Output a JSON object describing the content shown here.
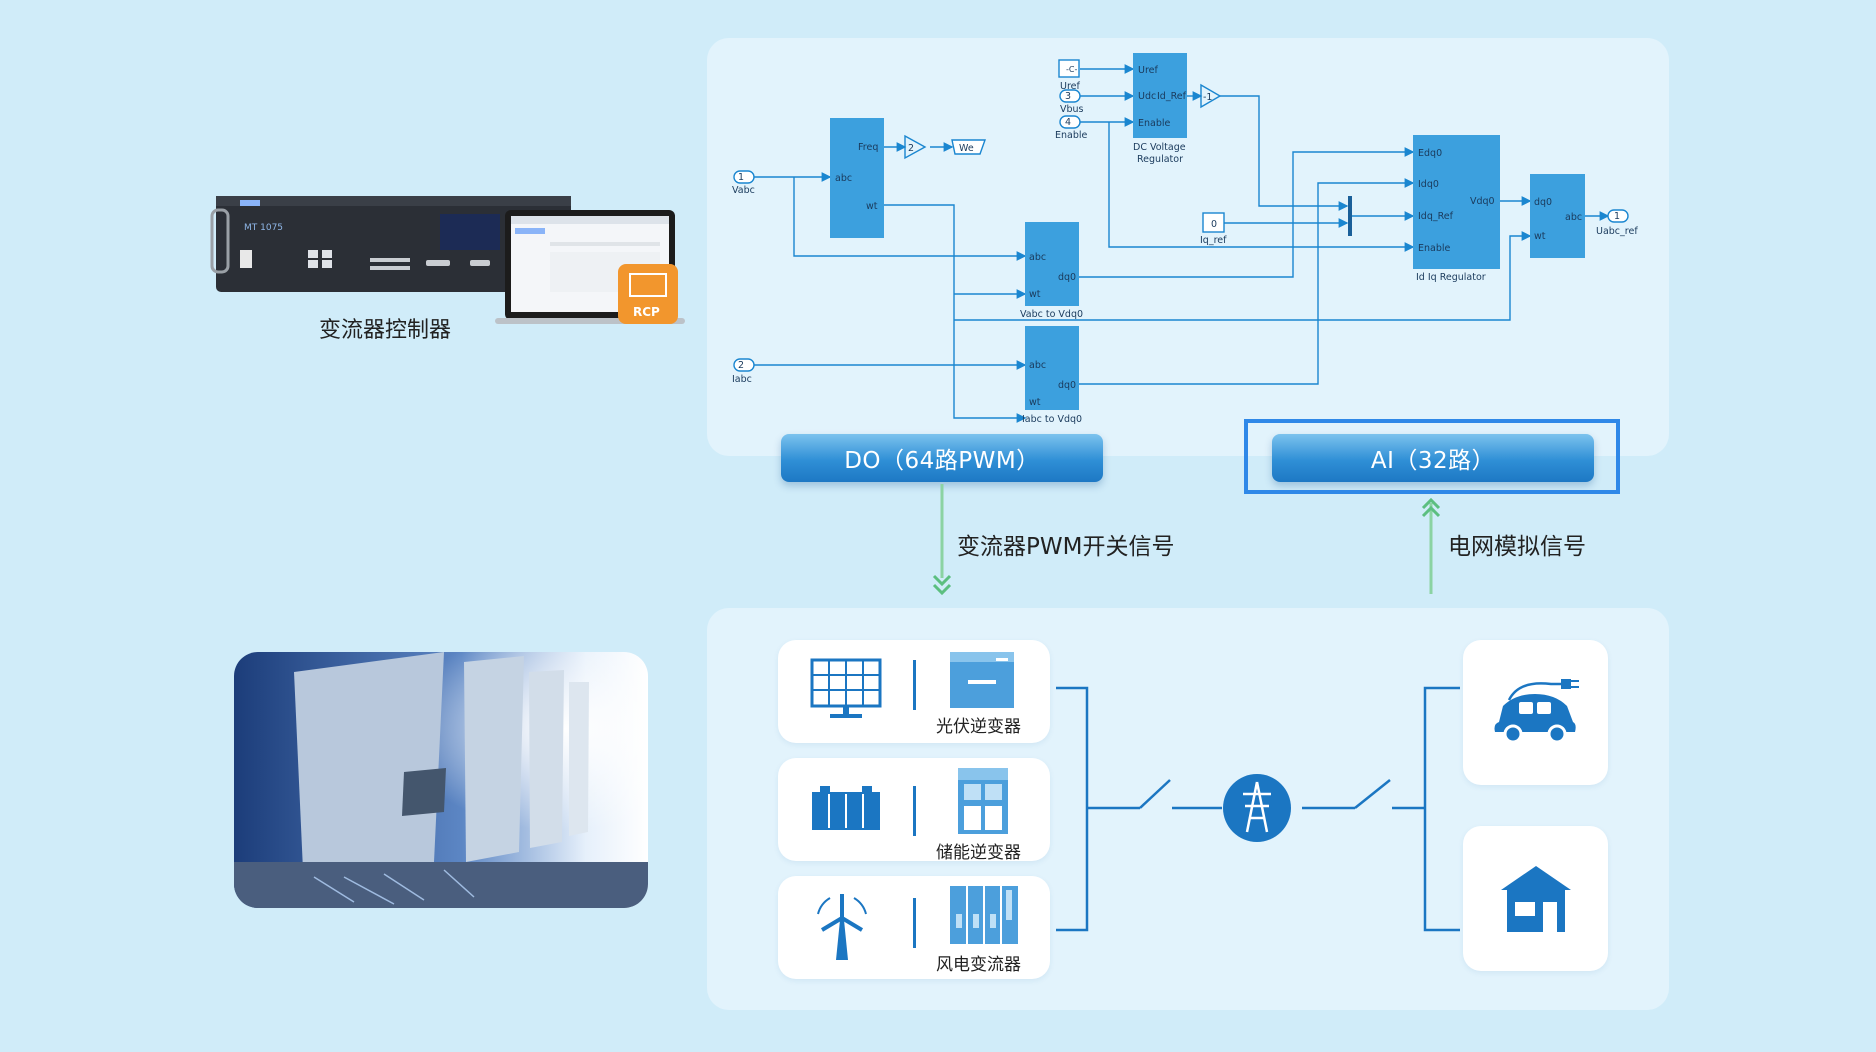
{
  "device": {
    "label": "变流器控制器",
    "brand_text": "MT 1075",
    "rcp_badge": "RCP"
  },
  "bars": {
    "do": "DO（64路PWM）",
    "ai": "AI（32路）"
  },
  "signals": {
    "pwm": "变流器PWM开关信号",
    "grid": "电网模拟信号"
  },
  "cards": [
    {
      "label": "光伏逆变器"
    },
    {
      "label": "储能逆变器"
    },
    {
      "label": "风电变流器"
    }
  ],
  "simulink": {
    "ports": {
      "vabc": {
        "num": "1",
        "name": "Vabc"
      },
      "iabc": {
        "num": "2",
        "name": "Iabc"
      },
      "vbus": {
        "num": "3",
        "name": "Vbus"
      },
      "enable": {
        "num": "4",
        "name": "Enable"
      },
      "uref": {
        "sym": "-C-",
        "name": "Uref"
      },
      "uabc_ref": {
        "num": "1",
        "name": "Uabc_ref"
      },
      "we": "We",
      "iq_ref": {
        "val": "0",
        "name": "Iq_ref"
      }
    },
    "gains": {
      "g2": "2",
      "gneg": "-1"
    },
    "pll": {
      "freq": "Freq",
      "abc": "abc",
      "wt": "wt"
    },
    "vabc_block": {
      "abc": "abc",
      "wt": "wt",
      "dq0": "dq0",
      "name": "Vabc to Vdq0"
    },
    "iabc_block": {
      "abc": "abc",
      "wt": "wt",
      "dq0": "dq0",
      "name": "Iabc to Vdq0"
    },
    "dcv": {
      "uref": "Uref",
      "udc": "Udc",
      "idref": "Id_Ref",
      "enable": "Enable",
      "name1": "DC Voltage",
      "name2": "Regulator"
    },
    "idiq": {
      "edq0": "Edq0",
      "idq0": "Idq0",
      "idqref": "Idq_Ref",
      "enable": "Enable",
      "vdq0": "Vdq0",
      "name": "Id Iq Regulator"
    },
    "inv": {
      "dq0": "dq0",
      "wt": "wt",
      "abc": "abc"
    }
  }
}
